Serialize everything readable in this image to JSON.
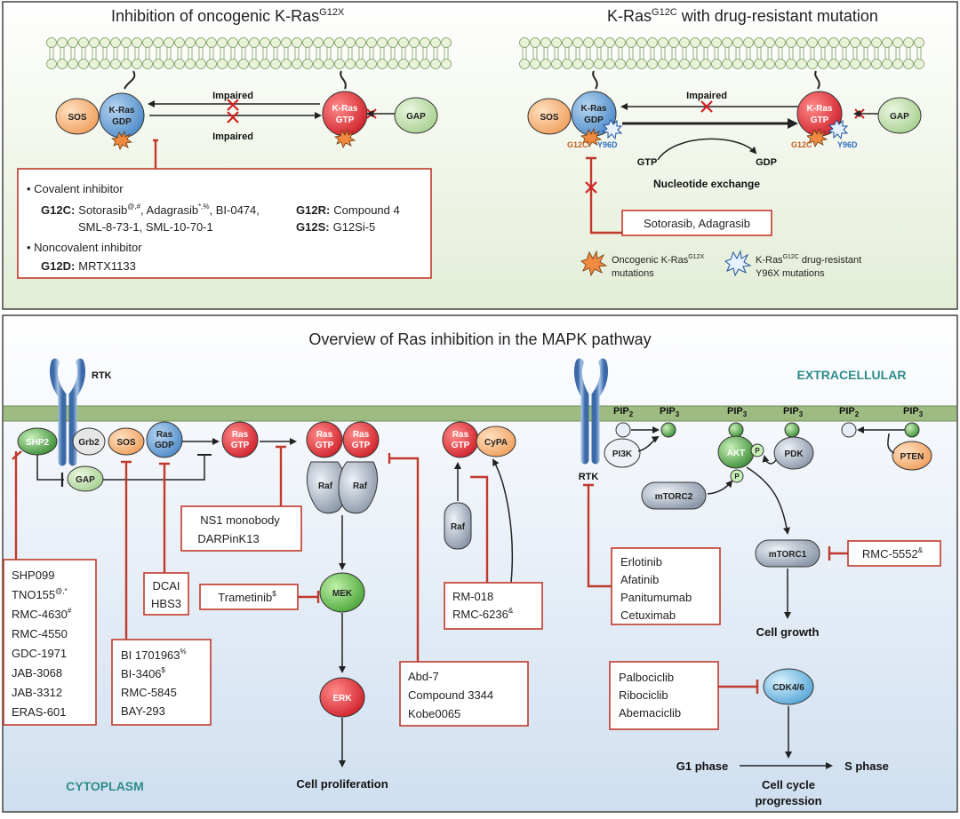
{
  "top_left": {
    "title": "Inhibition of oncogenic K-Ras",
    "title_sup": "G12X",
    "sos": "SOS",
    "kras_gdp": [
      "K-Ras",
      "GDP"
    ],
    "kras_gtp": [
      "K-Ras",
      "GTP"
    ],
    "gap": "GAP",
    "impaired_top": "Impaired",
    "impaired_bottom": "Impaired",
    "box": {
      "covalent": "Covalent inhibitor",
      "g12c_label": "G12C:",
      "g12c_drugs_1a": "Sotorasib",
      "g12c_sup_1": "@,#",
      "g12c_drugs_1b": ", Adagrasib",
      "g12c_sup_2": "*,%",
      "g12c_drugs_1c": ", BI-0474,",
      "g12c_drugs_2": "SML-8-73-1, SML-10-70-1",
      "g12r_label": "G12R:",
      "g12r_drug": "Compound 4",
      "g12s_label": "G12S:",
      "g12s_drug": "G12Si-5",
      "noncovalent": "Noncovalent inhibitor",
      "g12d_label": "G12D:",
      "g12d_drug": "MRTX1133"
    }
  },
  "top_right": {
    "title_a": "K-Ras",
    "title_sup": "G12C",
    "title_b": " with drug-resistant mutation",
    "sos": "SOS",
    "kras_gdp": [
      "K-Ras",
      "GDP"
    ],
    "kras_gtp": [
      "K-Ras",
      "GTP"
    ],
    "gap": "GAP",
    "impaired": "Impaired",
    "g12c_left": "G12C",
    "y96d_left": "Y96D",
    "g12c_right": "G12C",
    "y96d_right": "Y96D",
    "gtp": "GTP",
    "gdp": "GDP",
    "nucleotide_exchange": "Nucleotide exchange",
    "drug_box": "Sotorasib, Adagrasib",
    "legend_1a": "Oncogenic K-Ras",
    "legend_1sup": "G12X",
    "legend_1b": "mutations",
    "legend_2a": "K-Ras",
    "legend_2sup": "G12C",
    "legend_2b": " drug-resistant",
    "legend_2c": "Y96X mutations"
  },
  "bottom": {
    "title": "Overview of Ras inhibition in the MAPK pathway",
    "extracellular": "EXTRACELLULAR",
    "cytoplasm": "CYTOPLASM",
    "rtk": "RTK",
    "rtk2": "RTK",
    "shp2": "SHP2",
    "grb2": "Grb2",
    "sos": "SOS",
    "ras_gdp": [
      "Ras",
      "GDP"
    ],
    "gap": "GAP",
    "ras_gtp": [
      "Ras",
      "GTP"
    ],
    "ras_gtp_dimer": [
      "Ras",
      "GTP"
    ],
    "raf": "Raf",
    "mek": "MEK",
    "erk": "ERK",
    "cell_proliferation": "Cell proliferation",
    "cypa": "CyPA",
    "pip2": "PIP",
    "pip3": "PIP",
    "pi3k": "PI3K",
    "akt": "AKT",
    "p": "P",
    "pdk": "PDK",
    "pten": "PTEN",
    "mtorc2": "mTORC2",
    "mtorc1": "mTORC1",
    "cell_growth": "Cell growth",
    "cdk46": "CDK4/6",
    "g1_phase": "G1 phase",
    "s_phase": "S phase",
    "cell_cycle_1": "Cell cycle",
    "cell_cycle_2": "progression",
    "shp2_drugs": [
      "SHP099",
      "TNO155",
      "RMC-4630",
      "RMC-4550",
      "GDC-1971",
      "JAB-3068",
      "JAB-3312",
      "ERAS-601"
    ],
    "shp2_sups": [
      "",
      "@,*",
      "#",
      "",
      "",
      "",
      "",
      ""
    ],
    "ns1_drugs": [
      "NS1 monobody",
      "DARPinK13"
    ],
    "dcai_drugs": [
      "DCAI",
      "HBS3"
    ],
    "trametinib": "Trametinib",
    "trametinib_sup": "$",
    "sos_drugs": [
      "BI 1701963",
      "BI-3406",
      "RMC-5845",
      "BAY-293"
    ],
    "sos_sups": [
      "%",
      "$",
      "",
      ""
    ],
    "abd_drugs": [
      "Abd-7",
      "Compound 3344",
      "Kobe0065"
    ],
    "rm_drugs": [
      "RM-018",
      "RMC-6236"
    ],
    "rm_sups": [
      "",
      "&"
    ],
    "egfr_drugs": [
      "Erlotinib",
      "Afatinib",
      "Panitumumab",
      "Cetuximab"
    ],
    "rmc5552": "RMC-5552",
    "rmc5552_sup": "&",
    "cdk_drugs": [
      "Palbociclib",
      "Ribociclib",
      "Abemaciclib"
    ]
  },
  "colors": {
    "ras_gtp": "#e2383f",
    "ras_gdp": "#6aa3d8",
    "sos": "#f4a460",
    "gap": "#bfe0b0",
    "mek": "#7cc56b",
    "erk": "#e2383f",
    "inhibitor": "#c0392b",
    "membrane": "#9ebc82",
    "extracellular_label": "#2e8b8b"
  }
}
